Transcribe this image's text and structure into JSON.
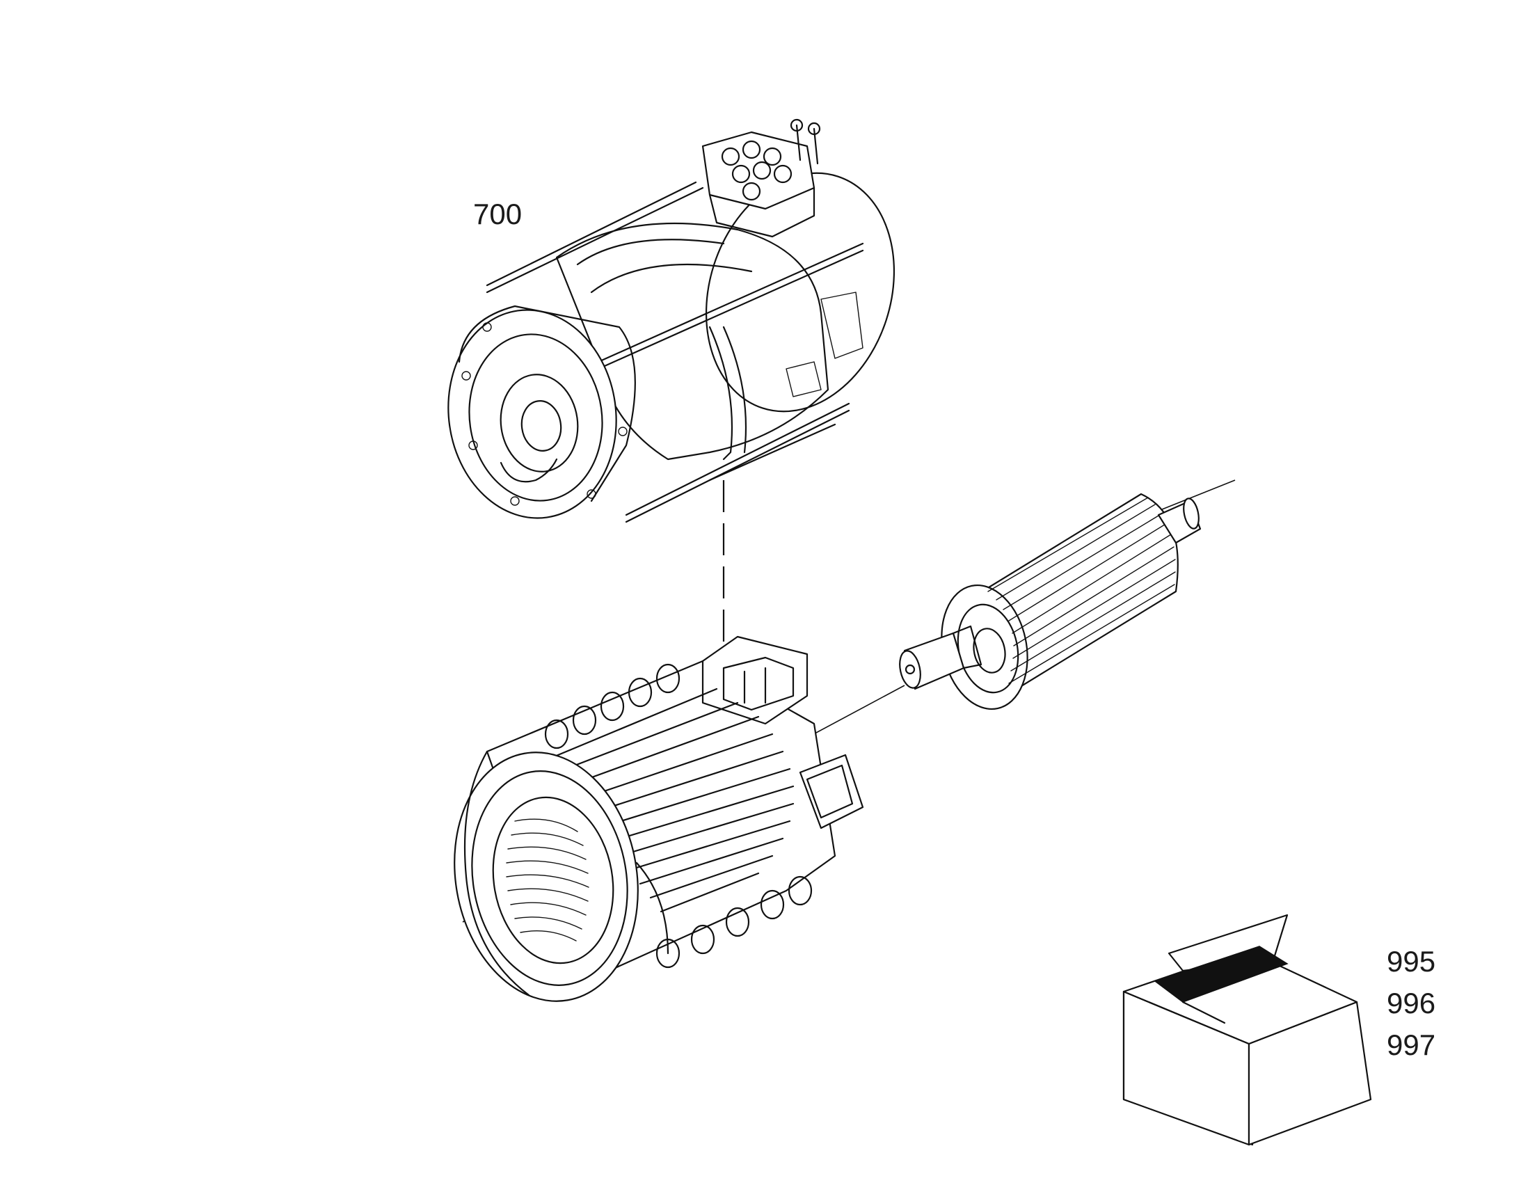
{
  "diagram": {
    "callouts": {
      "housing_assembly": "700",
      "package_line_1": "995",
      "package_line_2": "996",
      "package_line_3": "997"
    }
  }
}
